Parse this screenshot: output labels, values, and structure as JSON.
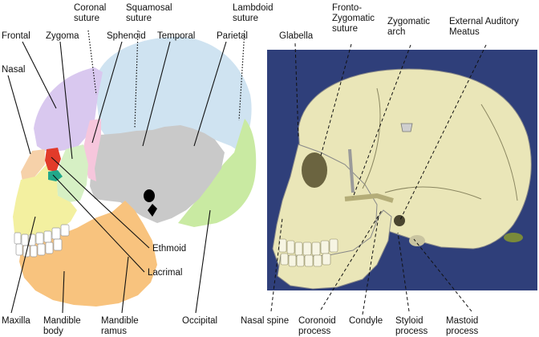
{
  "left_labels": {
    "frontal": "Frontal",
    "zygoma": "Zygoma",
    "coronal_suture": "Coronal\nsuture",
    "sphenoid": "Sphenoid",
    "squamosal_suture": "Squamosal\nsuture",
    "temporal": "Temporal",
    "lambdoid_suture": "Lambdoid\nsuture",
    "parietal": "Parietal",
    "nasal": "Nasal",
    "ethmoid": "Ethmoid",
    "lacrimal": "Lacrimal",
    "maxilla": "Maxilla",
    "mandible_body": "Mandible\nbody",
    "mandible_ramus": "Mandible\nramus",
    "occipital": "Occipital"
  },
  "right_labels": {
    "glabella": "Glabella",
    "fronto_zygomatic_suture": "Fronto-\nZygomatic\nsuture",
    "zygomatic_arch": "Zygomatic\narch",
    "external_auditory_meatus": "External Auditory\nMeatus",
    "nasal_spine": "Nasal spine",
    "coronoid_process": "Coronoid\nprocess",
    "condyle": "Condyle",
    "styloid_process": "Styloid\nprocess",
    "mastoid_process": "Mastoid\nprocess"
  },
  "colors": {
    "frontal": "#d9c8ef",
    "parietal": "#cfe3f1",
    "occipital": "#c9eaa2",
    "temporal": "#c9c9c9",
    "sphenoid": "#f6c6dc",
    "zygoma": "#d6f0c4",
    "nasal": "#f6d1a9",
    "maxilla": "#f3f0a0",
    "mandible": "#f8c37e",
    "ethmoid": "#e23b2a",
    "lacrimal": "#22a88a",
    "photo_background": "#2f3f7a",
    "bone": "#eae6b8"
  }
}
